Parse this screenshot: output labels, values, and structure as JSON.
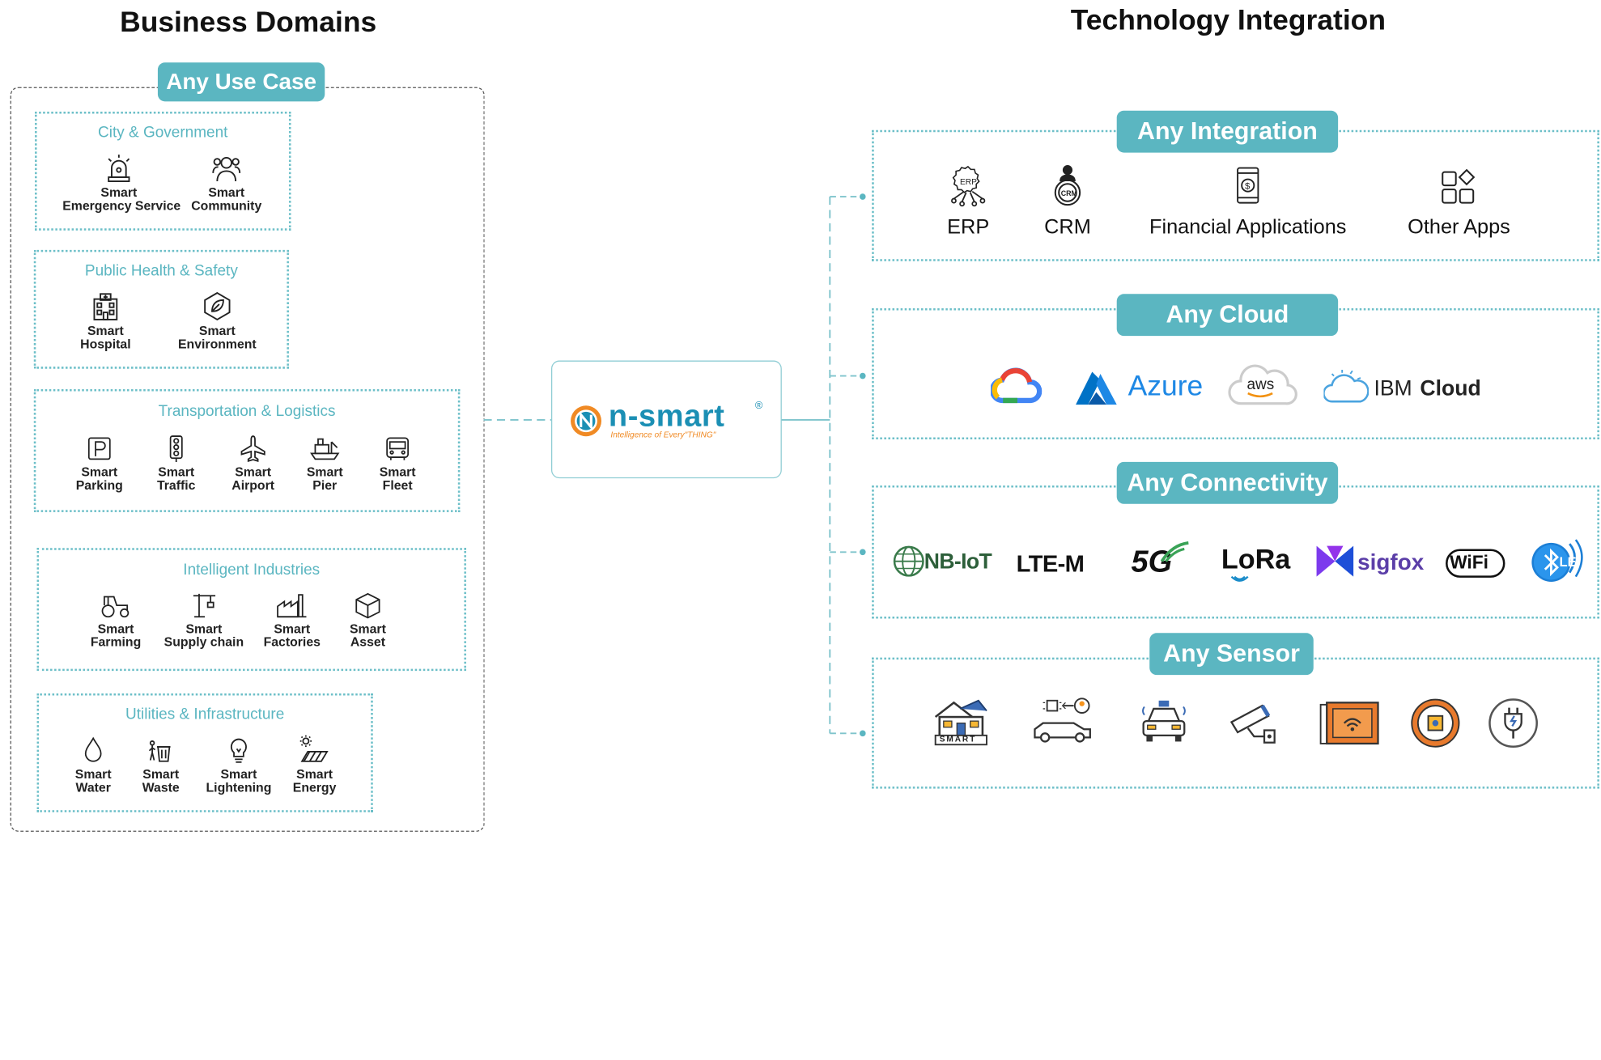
{
  "left": {
    "title": "Business Domains",
    "badge": "Any Use Case",
    "groups": [
      {
        "title": "City & Government",
        "items": [
          {
            "line1": "Smart",
            "line2": "Emergency Service",
            "icon": "siren-icon"
          },
          {
            "line1": "Smart",
            "line2": "Community",
            "icon": "community-icon"
          }
        ]
      },
      {
        "title": "Public Health & Safety",
        "items": [
          {
            "line1": "Smart",
            "line2": "Hospital",
            "icon": "hospital-icon"
          },
          {
            "line1": "Smart",
            "line2": "Environment",
            "icon": "leaf-icon"
          }
        ]
      },
      {
        "title": "Transportation & Logistics",
        "items": [
          {
            "line1": "Smart",
            "line2": "Parking",
            "icon": "parking-icon"
          },
          {
            "line1": "Smart",
            "line2": "Traffic",
            "icon": "traffic-light-icon"
          },
          {
            "line1": "Smart",
            "line2": "Airport",
            "icon": "airplane-icon"
          },
          {
            "line1": "Smart",
            "line2": "Pier",
            "icon": "ship-icon"
          },
          {
            "line1": "Smart",
            "line2": "Fleet",
            "icon": "bus-icon"
          }
        ]
      },
      {
        "title": "Intelligent Industries",
        "items": [
          {
            "line1": "Smart",
            "line2": "Farming",
            "icon": "tractor-icon"
          },
          {
            "line1": "Smart",
            "line2": "Supply chain",
            "icon": "crane-icon"
          },
          {
            "line1": "Smart",
            "line2": "Factories",
            "icon": "factory-icon"
          },
          {
            "line1": "Smart",
            "line2": "Asset",
            "icon": "box-icon"
          }
        ]
      },
      {
        "title": "Utilities & Infrastructure",
        "items": [
          {
            "line1": "Smart",
            "line2": "Water",
            "icon": "water-drop-icon"
          },
          {
            "line1": "Smart",
            "line2": "Waste",
            "icon": "waste-icon"
          },
          {
            "line1": "Smart",
            "line2": "Lightening",
            "icon": "lightbulb-icon"
          },
          {
            "line1": "Smart",
            "line2": "Energy",
            "icon": "solar-panel-icon"
          }
        ]
      }
    ]
  },
  "center": {
    "logo_text": "n-smart",
    "logo_mark": "®",
    "tagline": "Intelligence of Every\"THING\""
  },
  "right": {
    "title": "Technology Integration",
    "integration": {
      "badge": "Any Integration",
      "items": [
        {
          "label": "ERP",
          "icon": "erp-icon"
        },
        {
          "label": "CRM",
          "icon": "crm-icon"
        },
        {
          "label": "Financial Applications",
          "icon": "phone-finance-icon"
        },
        {
          "label": "Other Apps",
          "icon": "apps-grid-icon"
        }
      ]
    },
    "cloud": {
      "badge": "Any Cloud",
      "providers": [
        {
          "name": "google-cloud",
          "text": ""
        },
        {
          "name": "azure",
          "text": "Azure"
        },
        {
          "name": "aws",
          "text": "aws"
        },
        {
          "name": "ibm-cloud",
          "text1": "IBM",
          "text2": "Cloud"
        }
      ]
    },
    "connectivity": {
      "badge": "Any Connectivity",
      "items": [
        {
          "text": "NB-IoT"
        },
        {
          "text": "LTE-M"
        },
        {
          "text": "5G"
        },
        {
          "text": "LoRa"
        },
        {
          "text": "sigfox"
        },
        {
          "text": "WiFi"
        },
        {
          "text": "LE"
        }
      ]
    },
    "sensor": {
      "badge": "Any Sensor",
      "items": [
        {
          "icon": "smart-home-icon",
          "text": "SMART"
        },
        {
          "icon": "car-sensor-icon"
        },
        {
          "icon": "vehicle-front-icon"
        },
        {
          "icon": "cctv-camera-icon"
        },
        {
          "icon": "wifi-panel-icon"
        },
        {
          "icon": "round-device-icon"
        },
        {
          "icon": "power-plug-icon"
        }
      ]
    }
  },
  "colors": {
    "accent": "#5bb6c1",
    "dotted_border": "#6cbfc8",
    "logo_blue": "#1b8fb4",
    "logo_orange": "#f08a24"
  }
}
